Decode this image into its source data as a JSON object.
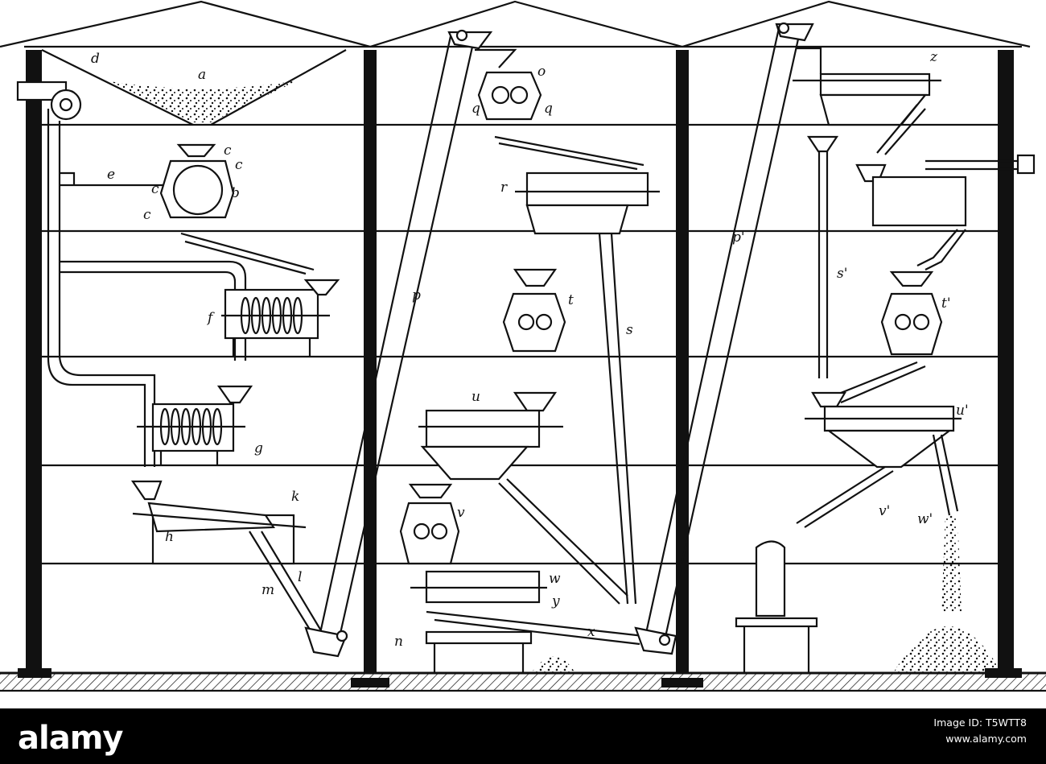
{
  "diagram": {
    "labels": [
      {
        "id": "a",
        "text": "a"
      },
      {
        "id": "b",
        "text": "b"
      },
      {
        "id": "c1",
        "text": "c"
      },
      {
        "id": "c2",
        "text": "c"
      },
      {
        "id": "c3",
        "text": "c"
      },
      {
        "id": "c4",
        "text": "c"
      },
      {
        "id": "d",
        "text": "d"
      },
      {
        "id": "e",
        "text": "e"
      },
      {
        "id": "f",
        "text": "f"
      },
      {
        "id": "g",
        "text": "g"
      },
      {
        "id": "h",
        "text": "h"
      },
      {
        "id": "k",
        "text": "k"
      },
      {
        "id": "l",
        "text": "l"
      },
      {
        "id": "m",
        "text": "m"
      },
      {
        "id": "n",
        "text": "n"
      },
      {
        "id": "o",
        "text": "o"
      },
      {
        "id": "p",
        "text": "p"
      },
      {
        "id": "q1",
        "text": "q"
      },
      {
        "id": "q2",
        "text": "q"
      },
      {
        "id": "r",
        "text": "r"
      },
      {
        "id": "s",
        "text": "s"
      },
      {
        "id": "t",
        "text": "t"
      },
      {
        "id": "u",
        "text": "u"
      },
      {
        "id": "v",
        "text": "v"
      },
      {
        "id": "w",
        "text": "w"
      },
      {
        "id": "x",
        "text": "x"
      },
      {
        "id": "y",
        "text": "y"
      },
      {
        "id": "z",
        "text": "z"
      },
      {
        "id": "p_prime",
        "text": "p'"
      },
      {
        "id": "s_prime",
        "text": "s'"
      },
      {
        "id": "t_prime",
        "text": "t'"
      },
      {
        "id": "u_prime",
        "text": "u'"
      },
      {
        "id": "v_prime",
        "text": "v'"
      },
      {
        "id": "w_prime",
        "text": "w'"
      }
    ]
  },
  "footer": {
    "brand": "alamy",
    "line1": "Image ID: T5WTT8",
    "line2": "www.alamy.com"
  }
}
